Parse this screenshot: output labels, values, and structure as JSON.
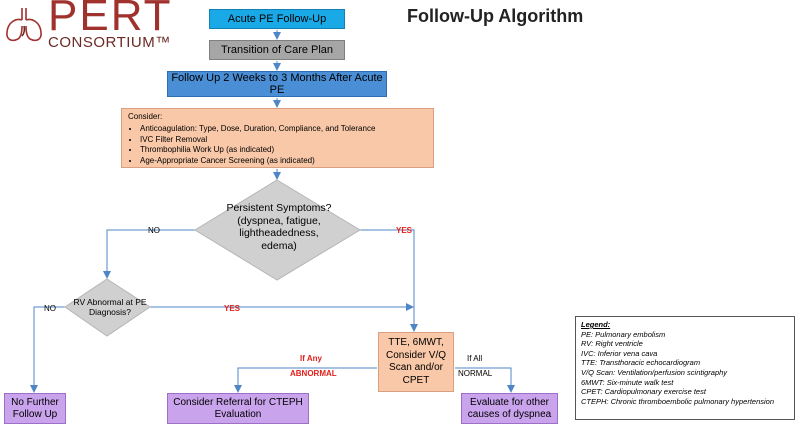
{
  "logo": {
    "name": "PERT",
    "sub": "CONSORTIUM™"
  },
  "title": "Follow-Up Algorithm",
  "nodes": {
    "acute": "Acute PE Follow-Up",
    "transition": "Transition of Care Plan",
    "follow_up": "Follow Up 2 Weeks to 3 Months After Acute PE",
    "consider_title": "Consider:",
    "consider_items": [
      "Anticoagulation: Type, Dose, Duration, Compliance, and Tolerance",
      "IVC Filter Removal",
      "Thrombophilia Work Up (as indicated)",
      "Age-Appropriate Cancer Screening (as indicated)"
    ],
    "persistent": "Persistent Symptoms? (dyspnea, fatigue, lightheadedness, edema)",
    "rv_abnormal": "RV Abnormal at PE Diagnosis?",
    "tte": "TTE, 6MWT, Consider V/Q Scan and/or CPET",
    "no_further": "No Further Follow Up",
    "cteph": "Consider Referral for CTEPH Evaluation",
    "evaluate": "Evaluate for other causes of dyspnea"
  },
  "edge_labels": {
    "no_1": "NO",
    "yes_1": "YES",
    "no_2": "NO",
    "yes_2": "YES",
    "if_any": "If Any",
    "abnormal": "ABNORMAL",
    "if_all": "If All",
    "normal": "NORMAL"
  },
  "legend": {
    "title": "Legend:",
    "items": [
      "PE: Pulmonary embolism",
      "RV: Right ventricle",
      "IVC: Inferior vena cava",
      "TTE: Transthoracic echocardiogram",
      "V/Q Scan: Ventilation/perfusion scintigraphy",
      "6MWT: Six-minute walk test",
      "CPET: Cardiopulmonary exercise test",
      "CTEPH: Chronic thromboembolic pulmonary hypertension"
    ]
  },
  "colors": {
    "arrow": "#4f86c6",
    "accent_red": "#e0201a",
    "purple_box": "#c9a3ec",
    "peach_box": "#f8c8a8",
    "decision_gray": "#d0d0d0"
  }
}
